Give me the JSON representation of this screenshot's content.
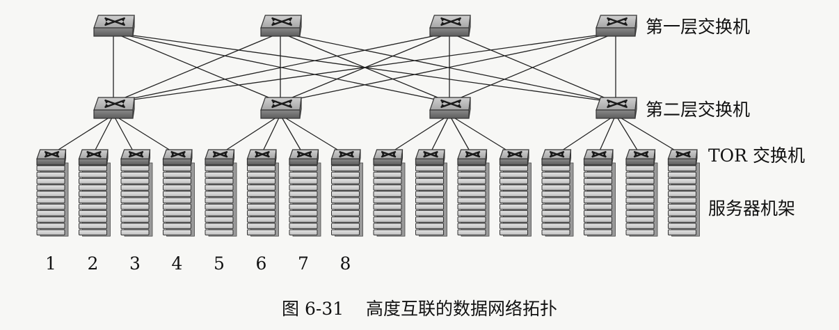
{
  "labels": {
    "layer1": "第一层交换机",
    "layer2": "第二层交换机",
    "tor": "TOR 交换机",
    "rack": "服务器机架"
  },
  "rack_numbers": [
    "1",
    "2",
    "3",
    "4",
    "5",
    "6",
    "7",
    "8"
  ],
  "caption": "图 6-31    高度互联的数据网络拓扑",
  "topology": {
    "layer1_switch_count": 4,
    "layer2_switch_count": 4,
    "tor_switch_count": 16,
    "rack_count": 16,
    "tor_per_layer2": 4,
    "layer1_layer2_full_mesh": true
  }
}
